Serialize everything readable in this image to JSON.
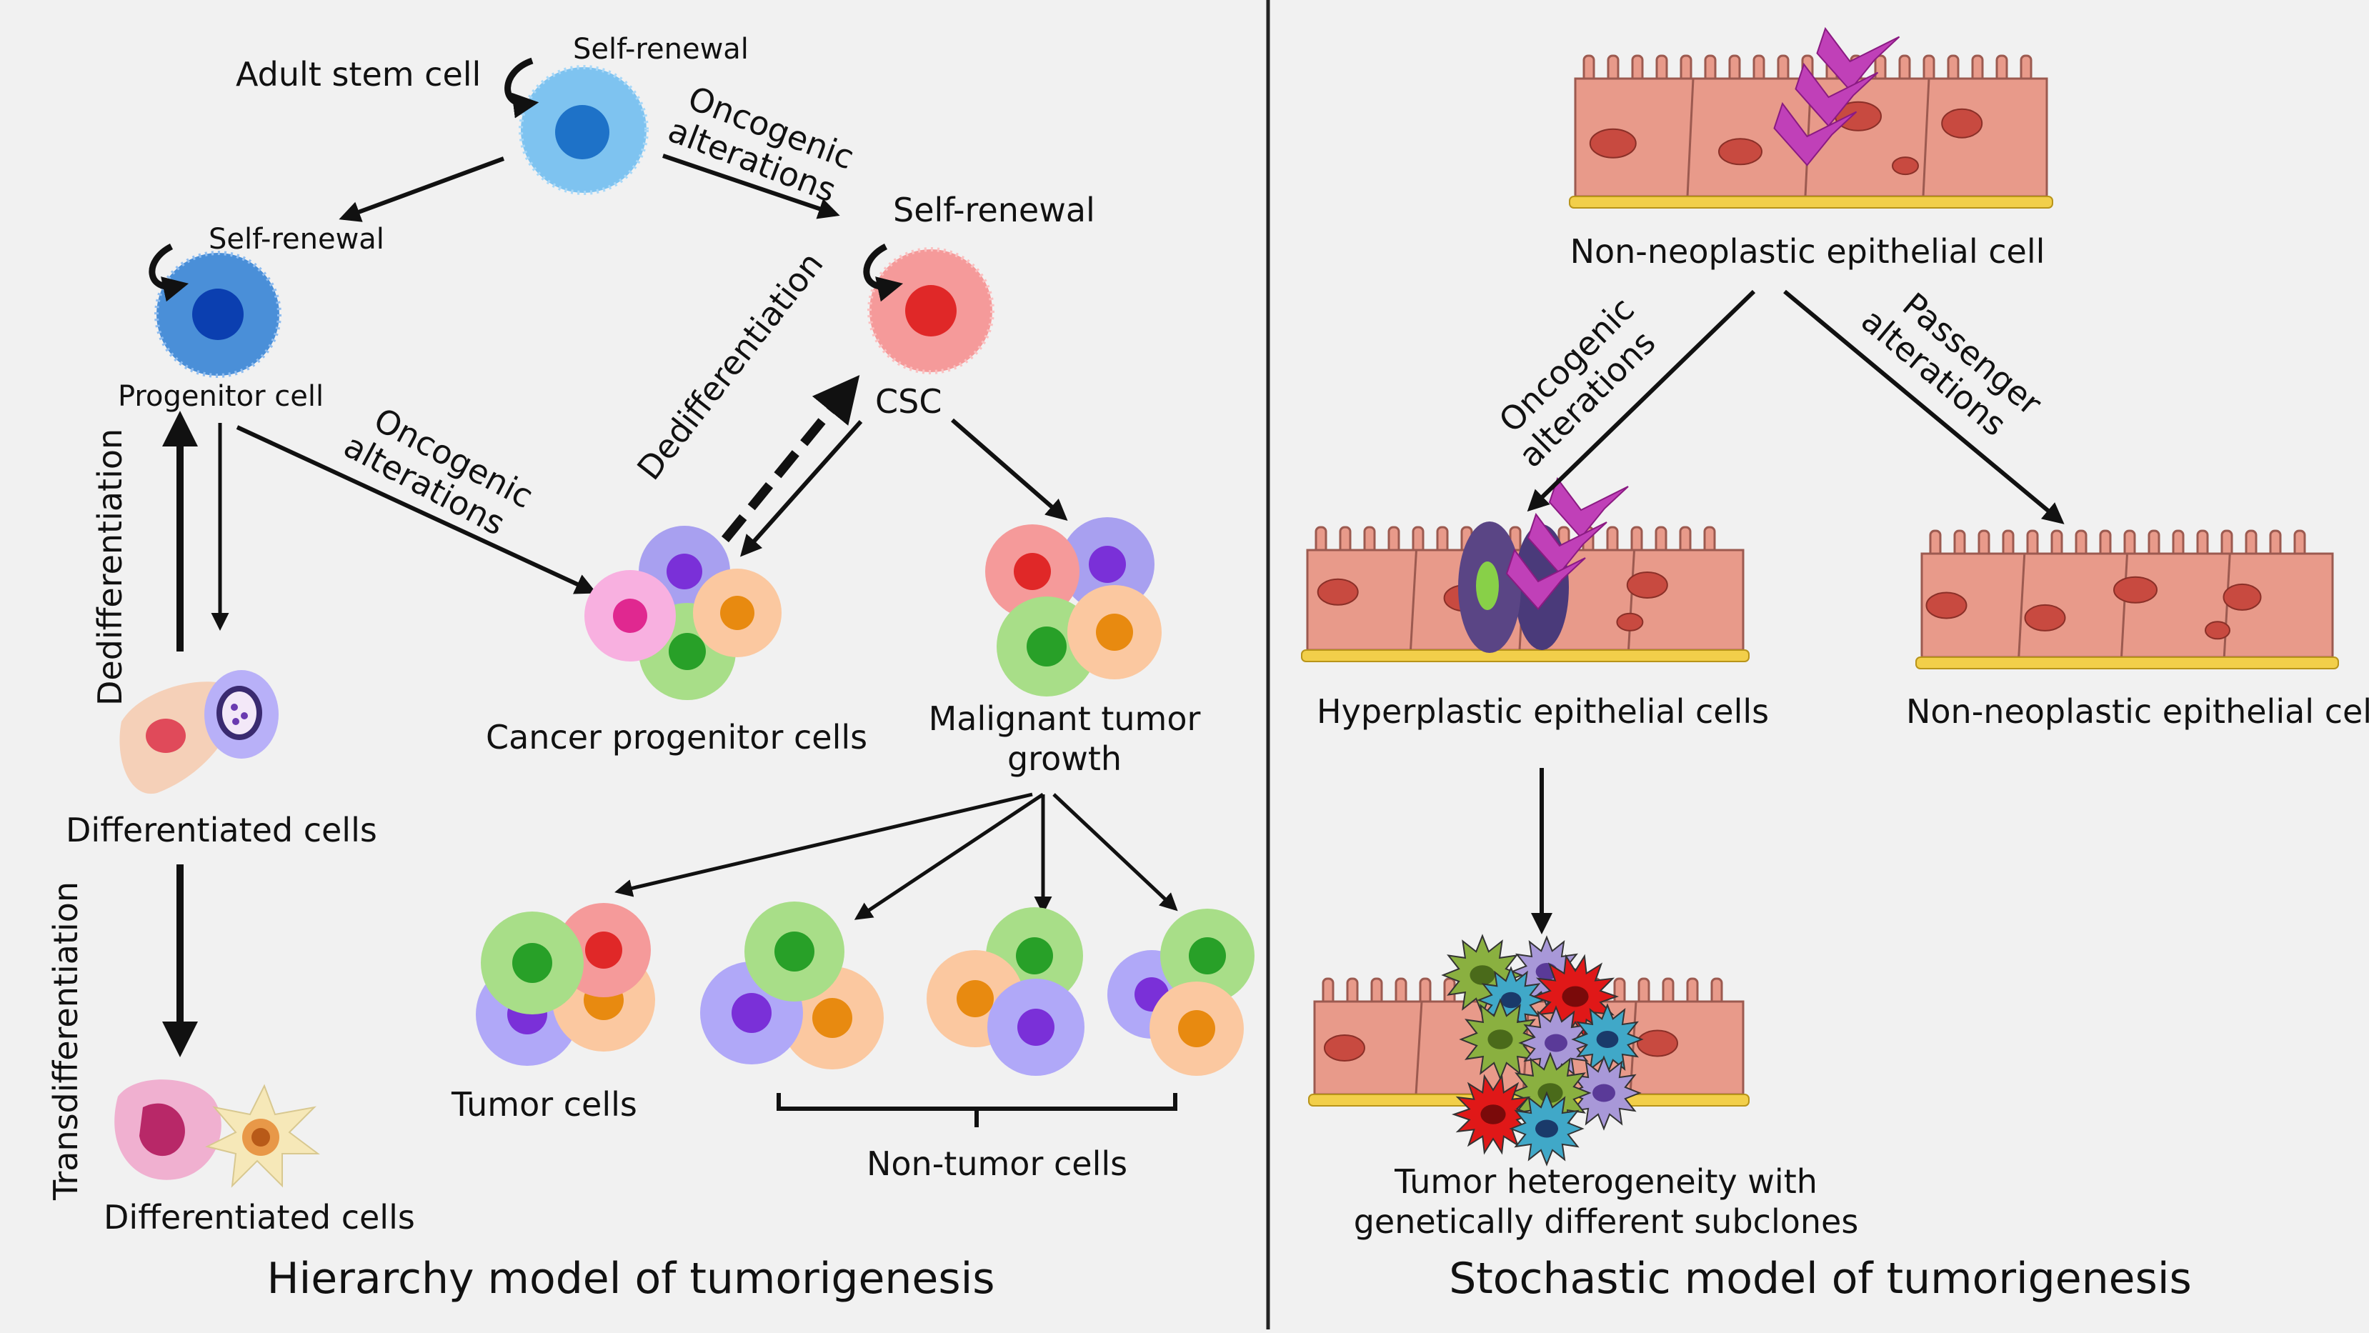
{
  "labels": {
    "adult_stem_cell": "Adult stem cell",
    "self_renewal_stem": "Self-renewal",
    "oncogenic_top": [
      "Oncogenic",
      "alterations"
    ],
    "self_renewal_csc": "Self-renewal",
    "self_renewal_progenitor": "Self-renewal",
    "progenitor_cell": "Progenitor cell",
    "csc": "CSC",
    "dedifferentiation_diag": "Dedifferentiation",
    "oncogenic_mid": [
      "Oncogenic",
      "alterations"
    ],
    "dedifferentiation_vert": "Dedifferentiation",
    "cancer_progenitor_cells": "Cancer progenitor cells",
    "malignant_growth": [
      "Malignant tumor",
      "growth"
    ],
    "differentiated_cells_1": "Differentiated cells",
    "transdifferentiation": "Transdifferentiation",
    "differentiated_cells_2": "Differentiated cells",
    "tumor_cells": "Tumor cells",
    "non_tumor_cells": "Non-tumor cells",
    "hierarchy_title": "Hierarchy model of tumorigenesis",
    "non_neoplastic_top": "Non-neoplastic epithelial cell",
    "oncogenic_right": [
      "Oncogenic",
      "alterations"
    ],
    "passenger": [
      "Passenger",
      "alterations"
    ],
    "hyperplastic": "Hyperplastic epithelial cells",
    "non_neoplastic_right": "Non-neoplastic epithelial cell",
    "heterogeneity": [
      "Tumor heterogeneity with",
      "genetically different subclones"
    ],
    "stochastic_title": "Stochastic model of tumorigenesis"
  },
  "colors": {
    "background": "#f1f1f1",
    "stem_cell": "#7ec3f0",
    "progenitor_cell": "#4a8fd8",
    "csc": "#f08a8a",
    "epithelium": "#e89a8a",
    "basement_membrane": "#f2cf4a",
    "alteration_mark": "#c040b8"
  }
}
